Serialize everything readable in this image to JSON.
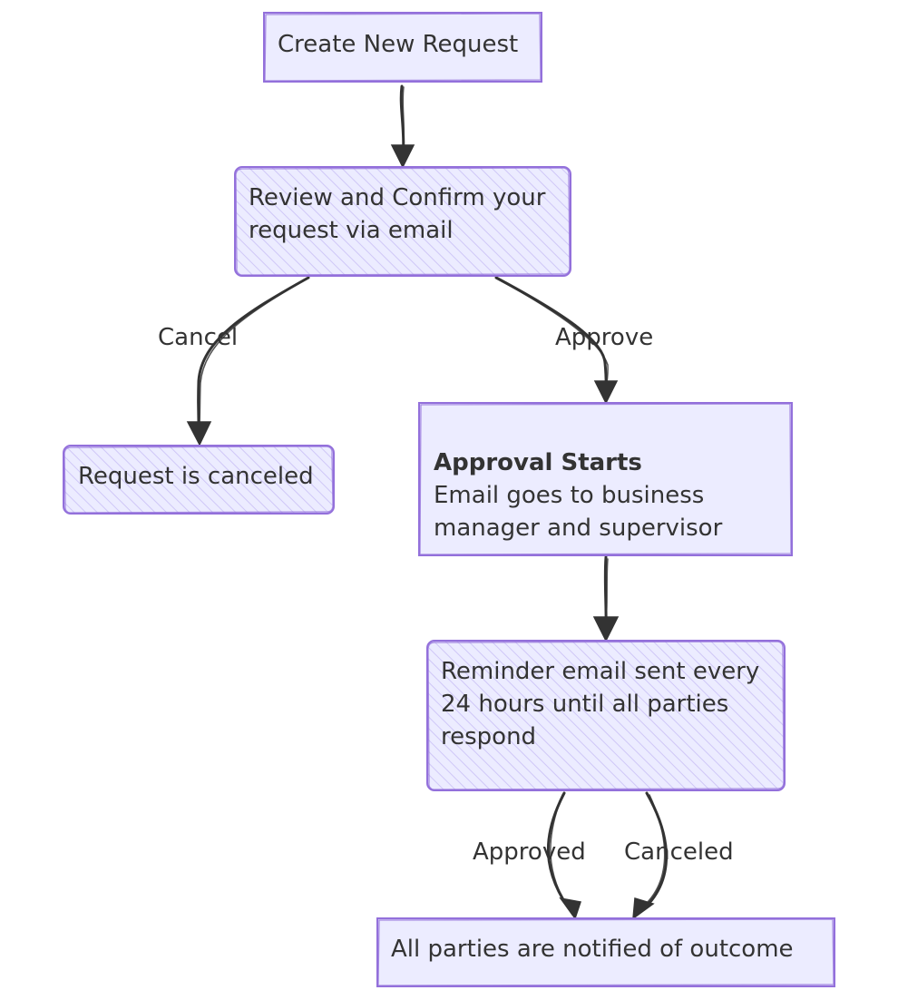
{
  "nodes": {
    "create_request": {
      "text": "Create New Request"
    },
    "review_confirm": {
      "lines": [
        "Review and Confirm your",
        "request via email"
      ]
    },
    "request_canceled": {
      "text": "Request is canceled"
    },
    "approval_starts": {
      "title": "Approval Starts",
      "lines": [
        "Email goes to business",
        "manager and supervisor"
      ]
    },
    "reminder_email": {
      "lines": [
        "Reminder email sent every",
        "24 hours until all parties",
        "respond"
      ]
    },
    "all_notified": {
      "text": "All parties are notified of outcome"
    }
  },
  "edges": {
    "create_to_review": {
      "label": ""
    },
    "review_to_canceled": {
      "label": "Cancel"
    },
    "review_to_approval": {
      "label": "Approve"
    },
    "approval_to_reminder": {
      "label": ""
    },
    "reminder_to_notified_approved": {
      "label": "Approved"
    },
    "reminder_to_notified_canceled": {
      "label": "Canceled"
    }
  },
  "colors": {
    "node_fill": "#ECECFF",
    "node_stroke": "#9370DB",
    "hatch": "#C9C0F5",
    "edge": "#333333",
    "text": "#333333"
  }
}
